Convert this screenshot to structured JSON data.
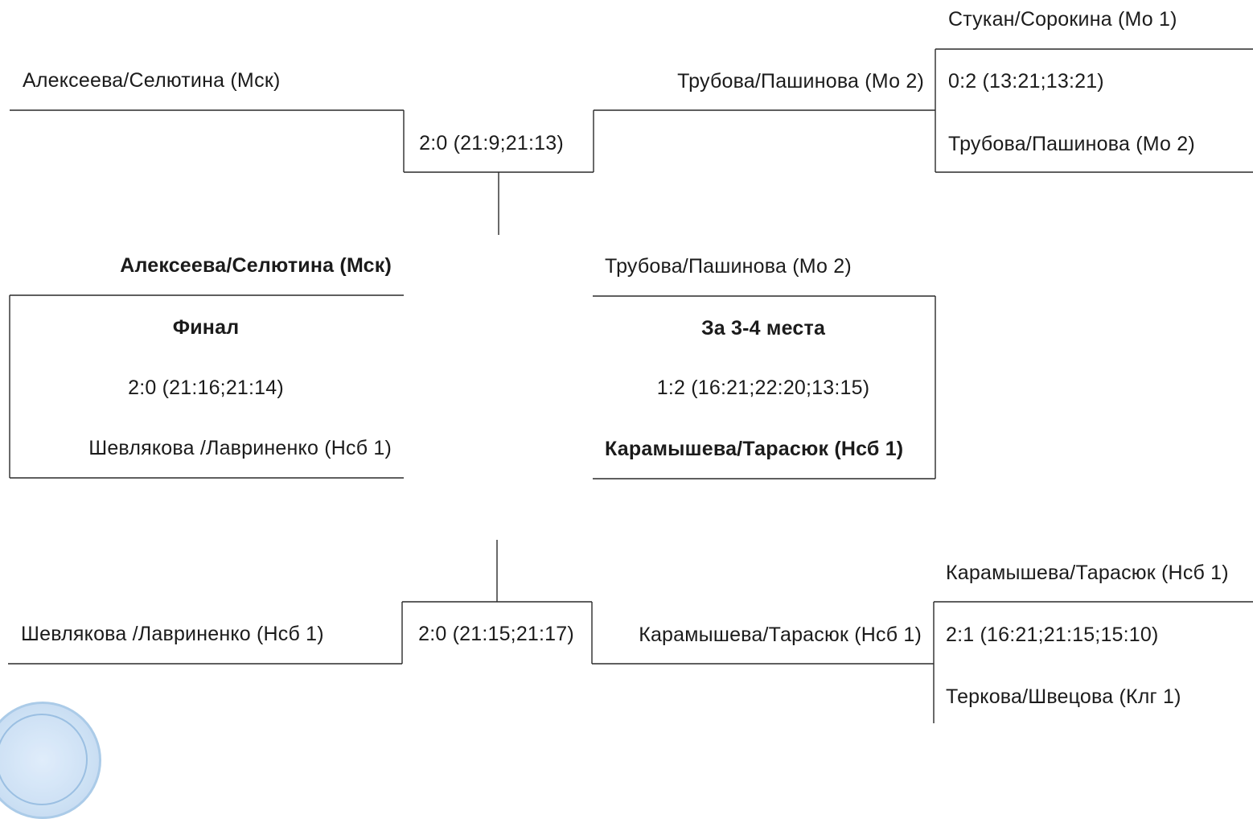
{
  "bracket": {
    "top_left": {
      "team": "Алексеева/Селютина (Мск)",
      "score": "2:0 (21:9;21:13)"
    },
    "top_right": {
      "team": "Трубова/Пашинова (Мо 2)",
      "upper_team": "Стукан/Сорокина (Мо 1)",
      "score": "0:2 (13:21;13:21)",
      "lower_team": "Трубова/Пашинова (Мо 2)"
    },
    "final": {
      "upper_team": "Алексеева/Селютина (Мск)",
      "title": "Финал",
      "score": "2:0 (21:16;21:14)",
      "lower_team": "Шевлякова /Лавриненко (Нсб 1)"
    },
    "third_place": {
      "upper_team": "Трубова/Пашинова (Мо 2)",
      "title": "За 3-4 места",
      "score": "1:2 (16:21;22:20;13:15)",
      "lower_team": "Карамышева/Тарасюк (Нсб 1)"
    },
    "bottom_left": {
      "team": "Шевлякова /Лавриненко (Нсб 1)",
      "score": "2:0 (21:15;21:17)"
    },
    "bottom_right": {
      "team": "Карамышева/Тарасюк (Нсб 1)",
      "upper_team": "Карамышева/Тарасюк (Нсб 1)",
      "score": "2:1 (16:21;21:15;15:10)",
      "lower_team": "Теркова/Швецова (Клг 1)"
    }
  },
  "colors": {
    "line": "#2a2a2a",
    "text": "#1b1b1b",
    "stamp": "#b3cfed"
  },
  "icons": {
    "stamp": "official-seal-icon"
  }
}
